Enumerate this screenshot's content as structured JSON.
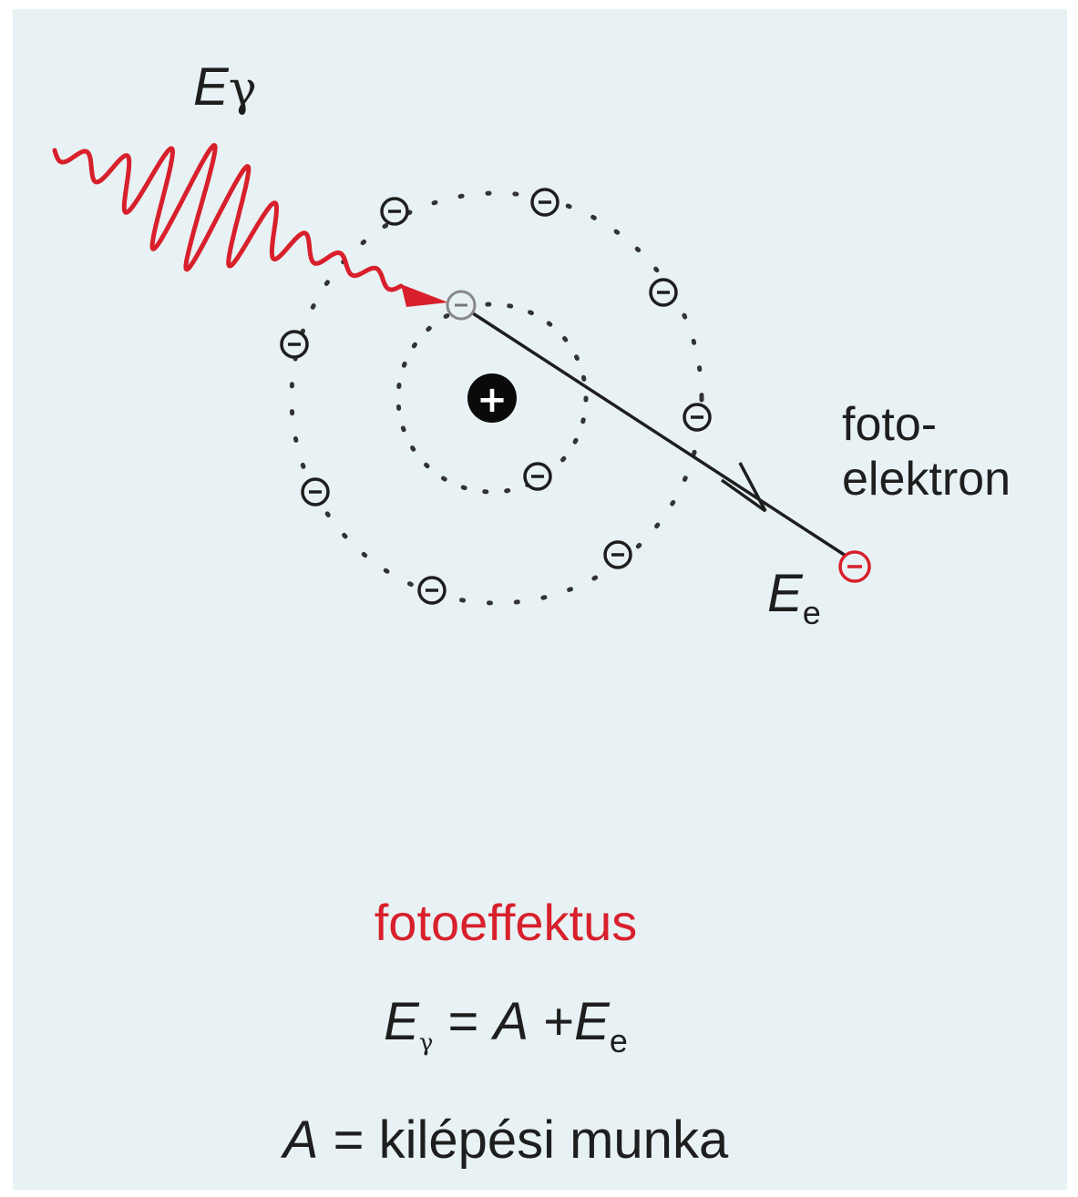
{
  "diagram": {
    "photon_energy_label": {
      "symbol": "E",
      "greek": "γ"
    },
    "photoelectron_label": {
      "line1": "foto-",
      "line2": "elektron"
    },
    "electron_energy_label": {
      "symbol": "E",
      "sub": "e"
    },
    "nucleus_symbol": "+",
    "electron_symbol": "−",
    "colors": {
      "photon": "#d8202c",
      "ejected_electron": "#d8202c",
      "orbit": "#333333",
      "background": "#e8f2f4"
    }
  },
  "caption": {
    "title": "fotoeffektus",
    "equation": {
      "lhs": "E",
      "lhs_sub": "γ",
      "eq": " = ",
      "a": "A",
      "plus": " +",
      "rhs": "E",
      "rhs_sub": "e"
    },
    "definition": {
      "symbol": "A",
      "text": " = kilépési munka"
    }
  }
}
